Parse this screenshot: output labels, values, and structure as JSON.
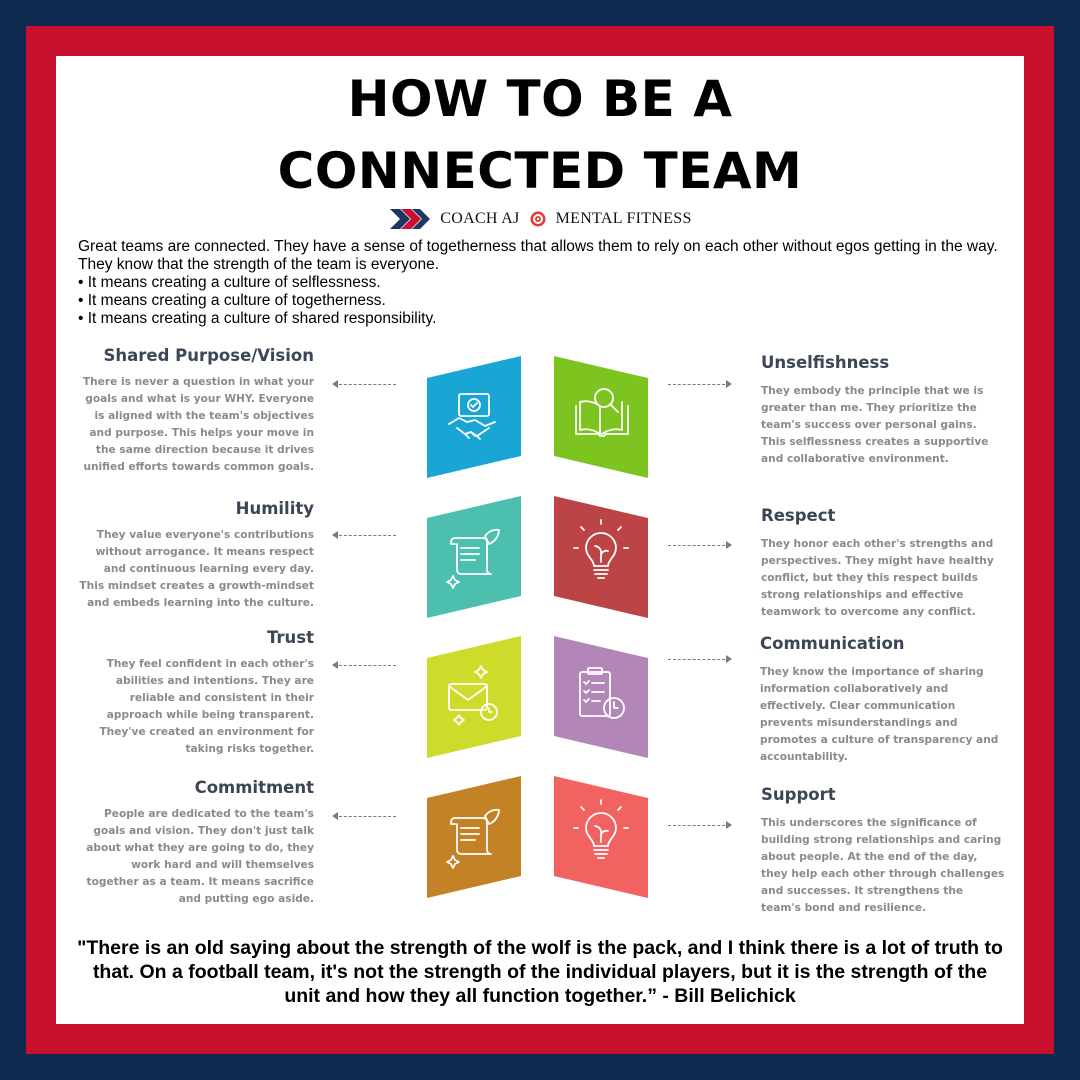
{
  "title": {
    "line1": "HOW TO BE A",
    "line2": "CONNECTED TEAM"
  },
  "brand": {
    "left": "COACH AJ",
    "right": "MENTAL FITNESS",
    "icon_colors": [
      "#1c3764",
      "#c8102e"
    ]
  },
  "intro": {
    "paragraph": "Great teams are connected. They have a sense of togetherness that allows them to rely on each other without egos getting in the way. They know that the strength of the team is everyone.",
    "bullets": [
      "• It means creating a culture of selflessness.",
      "• It means creating a culture of togetherness.",
      "• It means creating a culture of shared responsibility."
    ]
  },
  "left_items": [
    {
      "heading": "Shared Purpose/Vision",
      "text": "There is never a question in what your goals and what is your WHY. Everyone is aligned with the team's objectives and purpose. This helps your move in the same direction because it drives unified efforts towards common goals.",
      "icon": "handshake-icon",
      "color": "#1aa6d4"
    },
    {
      "heading": "Humility",
      "text": "They value everyone's contributions without arrogance. It means respect and continuous learning every day. This mindset creates a growth-mindset and embeds learning into the culture.",
      "icon": "scroll-icon",
      "color": "#4cbfaf"
    },
    {
      "heading": "Trust",
      "text": "They feel confident in each other's abilities and intentions. They are reliable and consistent in their approach while being transparent. They've created an environment for taking risks together.",
      "icon": "mail-icon",
      "color": "#cedb2a"
    },
    {
      "heading": "Commitment",
      "text": "People are dedicated to the team's goals and vision. They don't just talk about what they are going to do, they work hard and will themselves together as a team. It means sacrifice and putting ego aside.",
      "icon": "scroll-icon",
      "color": "#c48226"
    }
  ],
  "right_items": [
    {
      "heading": "Unselfishness",
      "text": "They embody the principle that we is greater than me. They prioritize the team's success over personal gains. This selflessness creates a supportive and collaborative environment.",
      "icon": "book-search-icon",
      "color": "#7dc420"
    },
    {
      "heading": "Respect",
      "text": "They honor each other's strengths and perspectives. They might have healthy conflict, but they this respect builds strong relationships and effective teamwork to overcome any conflict.",
      "icon": "lightbulb-icon",
      "color": "#bc4446"
    },
    {
      "heading": "Communication",
      "text": "They know the importance of sharing information collaboratively and effectively. Clear communication prevents misunderstandings and promotes a culture of transparency and accountability.",
      "icon": "clipboard-clock-icon",
      "color": "#b386b8"
    },
    {
      "heading": "Support",
      "text": "This underscores the significance of building strong relationships and caring about people. At the end of the day, they help each other through challenges and successes. It strengthens the team's bond and resilience.",
      "icon": "lightbulb-icon",
      "color": "#f06361"
    }
  ],
  "quote": "\"There is an old saying about the strength of the wolf is the pack, and I think there is a lot of truth to that. On a football team, it's not the strength of the individual players, but it is the strength of the unit and how they all function together.” - Bill Belichick"
}
